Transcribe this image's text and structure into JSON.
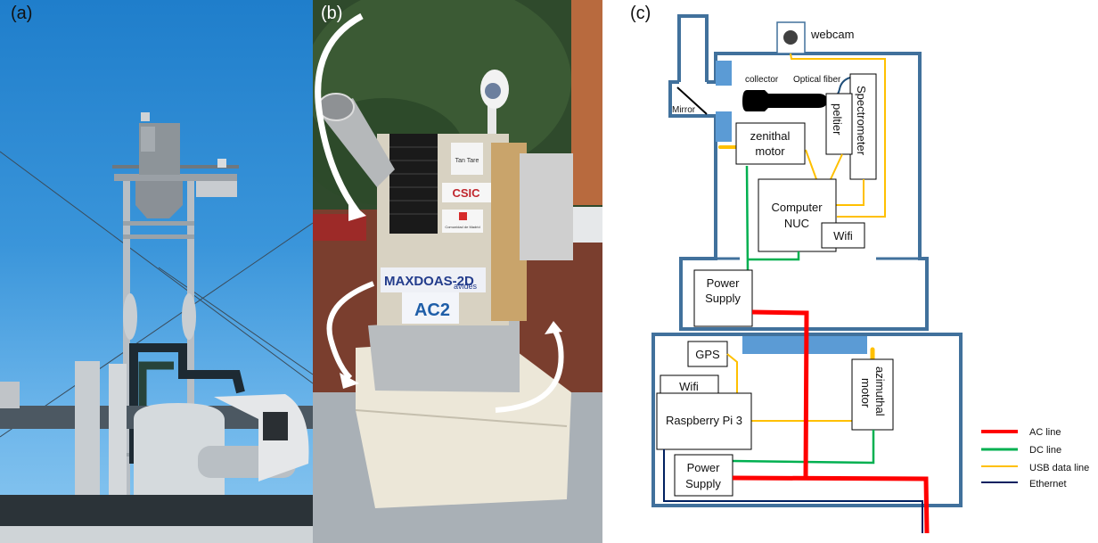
{
  "figure": {
    "panels": [
      {
        "id": "a",
        "label": "(a)",
        "description": "Photo of the MAX-DOAS instrument mounted on a tall metal tower on a rooftop against blue sky"
      },
      {
        "id": "b",
        "label": "(b)",
        "description": "Close-up photo of the MAX-DOAS instrument with curved arrows indicating zenithal and azimuthal rotation"
      },
      {
        "id": "c",
        "label": "(c)",
        "description": "Schematic diagram of the instrument components and wiring"
      }
    ]
  },
  "photo_b": {
    "stickers": {
      "logo_top": "Tan Tare",
      "csic": "CSIC",
      "madrid": "Comunidad de Madrid",
      "maxdoas_main": "MAXDOAS-2D",
      "maxdoas_sub": "avides",
      "ac2": "AC2"
    }
  },
  "diagram": {
    "components": {
      "webcam": "webcam",
      "collector": "collector",
      "optical_fiber": "Optical fiber",
      "mirror": "Mirror",
      "spectrometer": "Spectrometer",
      "peltier": "peltier",
      "zenithal_motor": [
        "zenithal",
        "motor"
      ],
      "computer": [
        "Computer",
        "NUC"
      ],
      "wifi_top": "Wifi",
      "power_supply_top": [
        "Power",
        "Supply"
      ],
      "gps": "GPS",
      "wifi_bottom": "Wifi",
      "raspberry": "Raspberry Pi 3",
      "azimuthal_motor": [
        "azimuthal",
        "motor"
      ],
      "power_supply_bottom": [
        "Power",
        "Supply"
      ]
    },
    "legend": [
      {
        "label": "AC line",
        "color": "#ff0000"
      },
      {
        "label": "DC line",
        "color": "#00b050"
      },
      {
        "label": "USB data line",
        "color": "#ffc000"
      },
      {
        "label": "Ethernet",
        "color": "#002060"
      }
    ],
    "colors": {
      "housing": "#41719c",
      "bearing": "#5b9bd5",
      "ac": "#ff0000",
      "dc": "#00b050",
      "usb": "#ffc000",
      "ethernet": "#002060",
      "fiber": "#1f4e79"
    }
  }
}
